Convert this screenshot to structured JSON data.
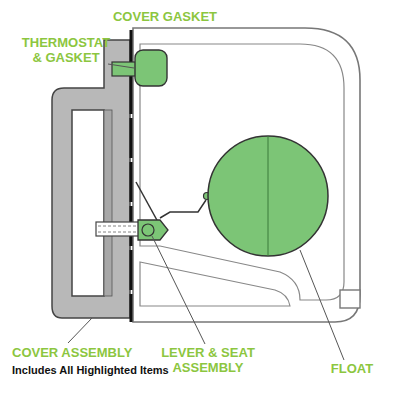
{
  "diagram": {
    "labels": [
      "COVER GASKET",
      "THERMOSTAT & GASKET",
      "FLOAT",
      "LEVER & SEAT ASSEMBLY",
      "COVER ASSEMBLY",
      "Includes All Highlighted Items"
    ]
  }
}
